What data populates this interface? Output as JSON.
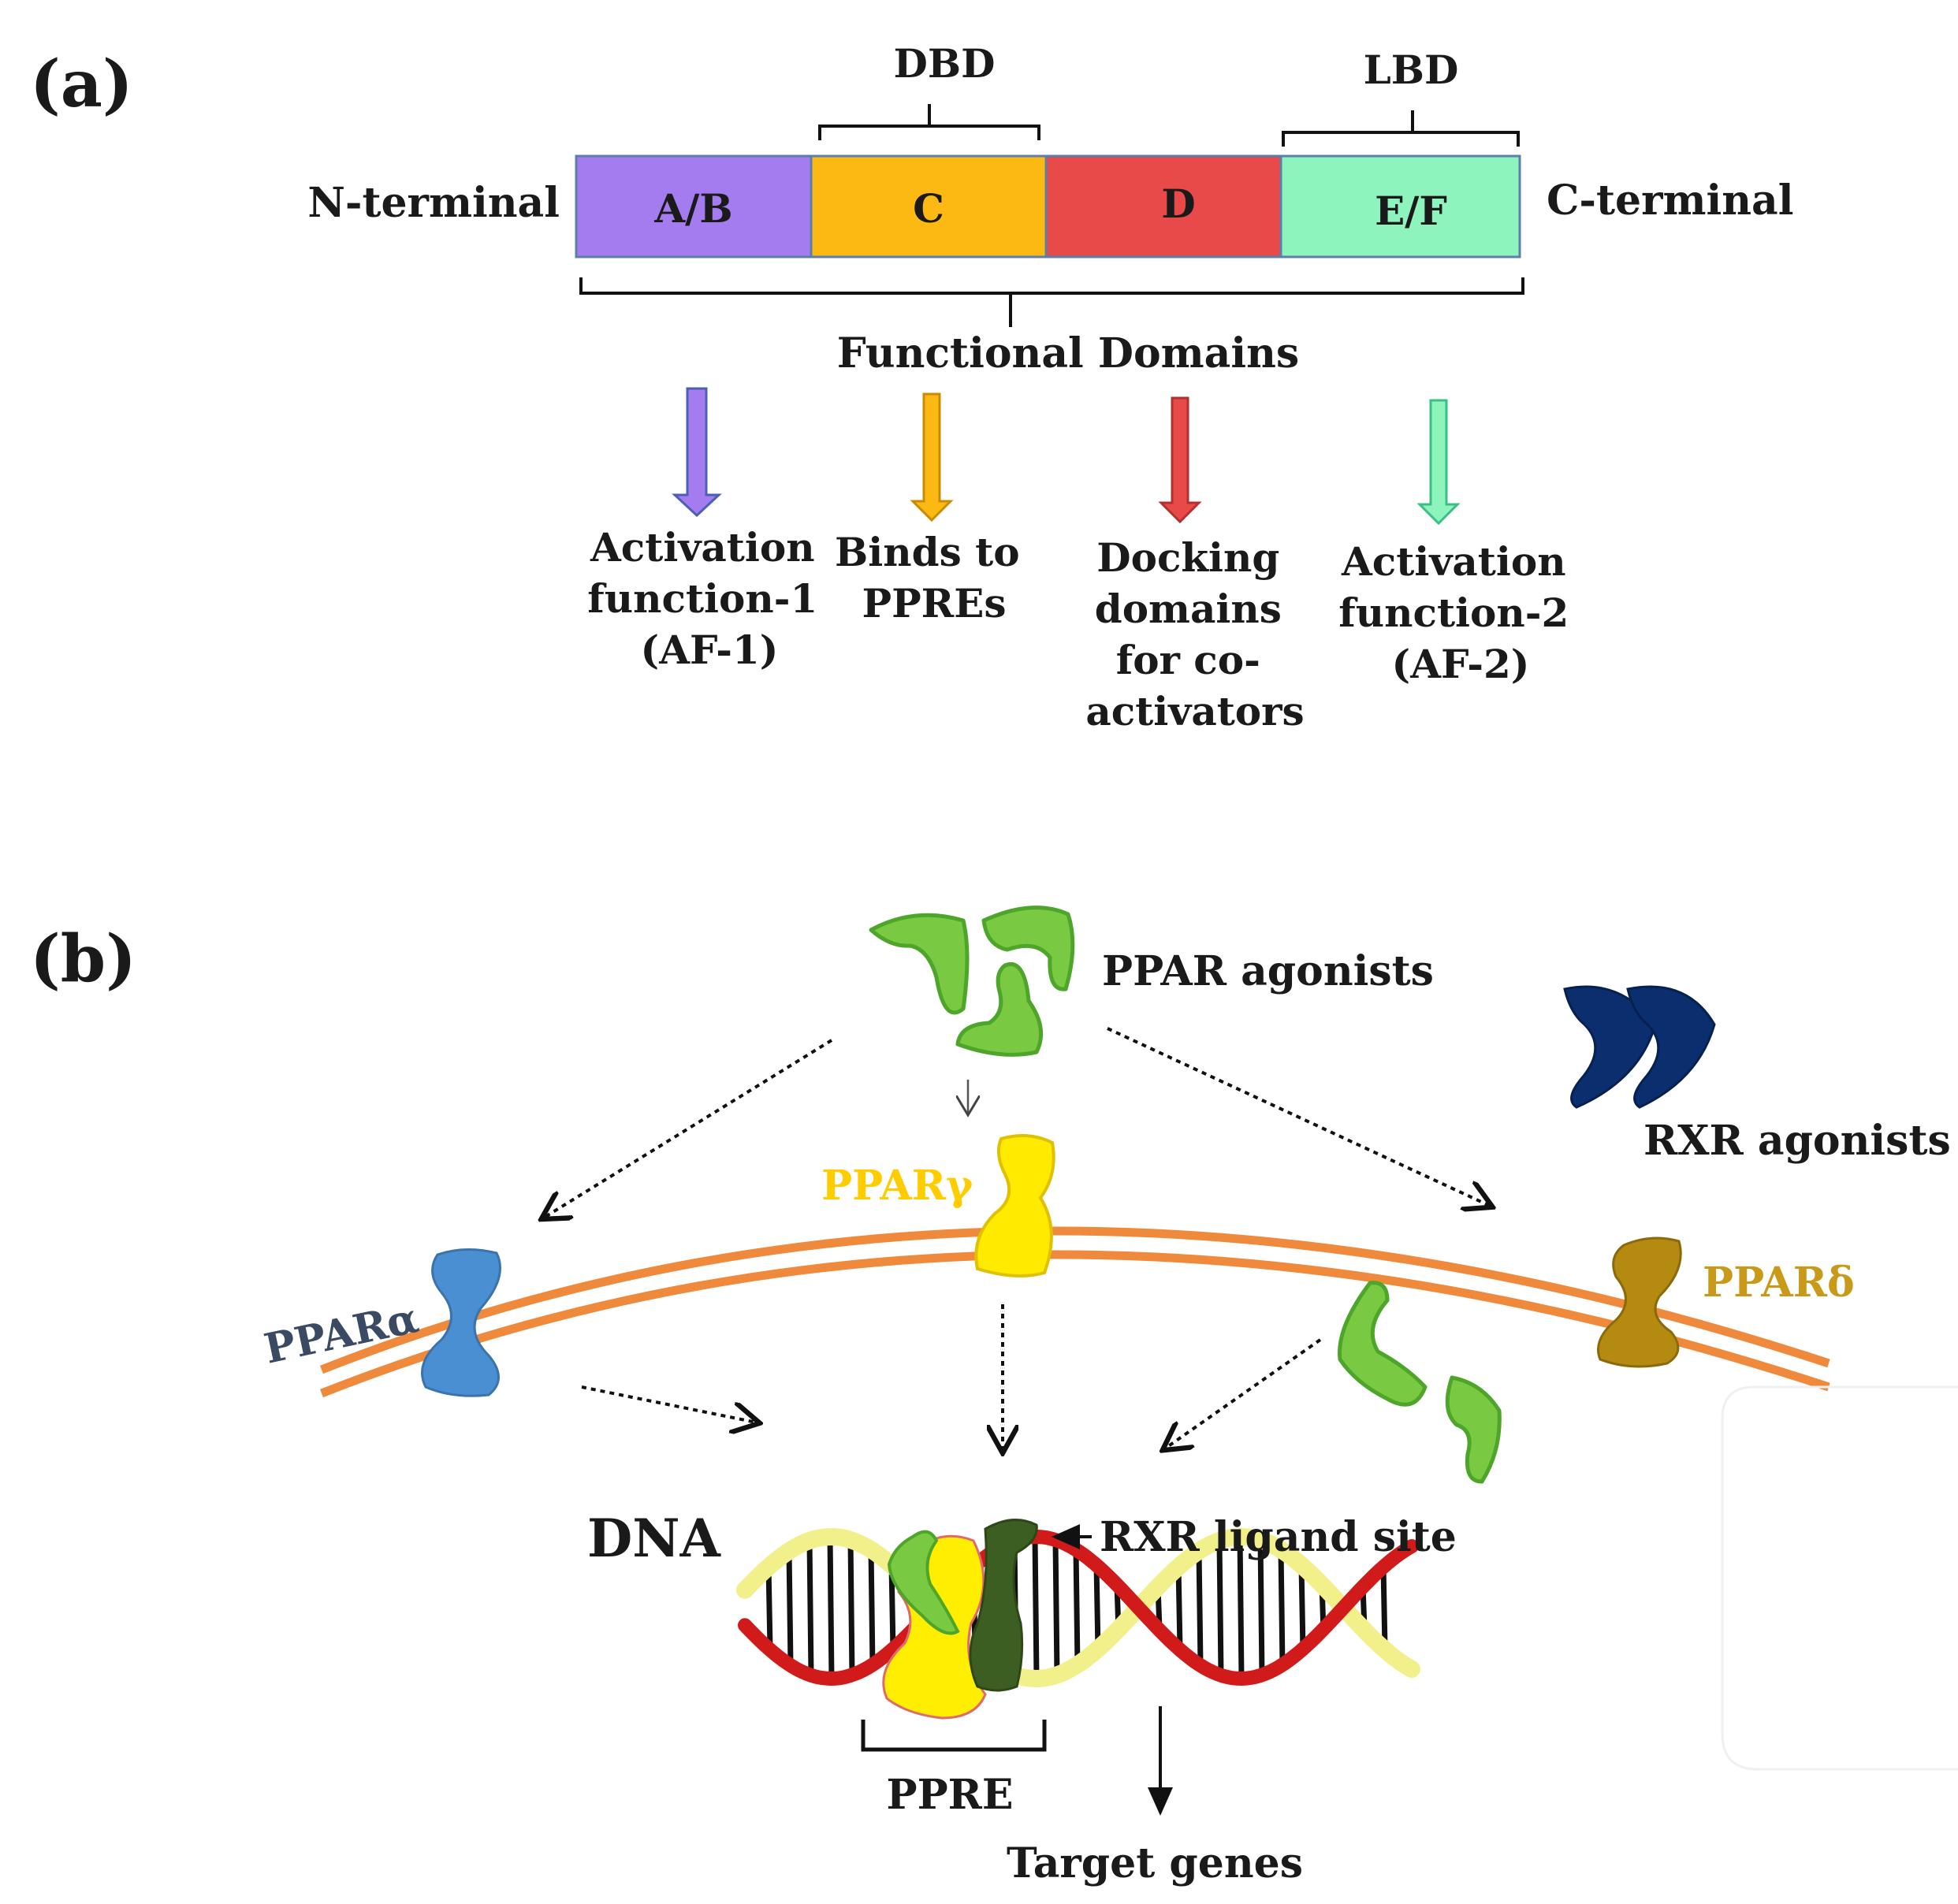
{
  "panel_a": {
    "label": "(a)",
    "dbd_label": "DBD",
    "lbd_label": "LBD",
    "n_terminal": "N-terminal",
    "c_terminal": "C-terminal",
    "functional_domains": "Functional Domains",
    "domains": [
      {
        "name": "A/B",
        "color": "#a57cf0",
        "function_lines": [
          "Activation",
          "function-1",
          "(AF-1)"
        ]
      },
      {
        "name": "C",
        "color": "#fdb913",
        "function_lines": [
          "Binds to",
          "PPREs"
        ]
      },
      {
        "name": "D",
        "color": "#e84a4a",
        "function_lines": [
          "Docking",
          "domains",
          "for co-",
          "activators"
        ]
      },
      {
        "name": "E/F",
        "color": "#8cf4bc",
        "function_lines": [
          "Activation",
          "function-2",
          "(AF-2)"
        ]
      }
    ]
  },
  "panel_b": {
    "label": "(b)",
    "ppar_agonists": "PPAR agonists",
    "rxr_agonists": "RXR agonists",
    "ppar_alpha": "PPARα",
    "ppar_gamma": "PPARγ",
    "ppar_delta": "PPARδ",
    "dna": "DNA",
    "rxr_ligand_site": "RXR ligand site",
    "ppre": "PPRE",
    "target_genes": "Target genes",
    "colors": {
      "membrane": "#ef8a3c",
      "agonist_green": "#7ac943",
      "rxr_navy": "#0b2e6e",
      "ppar_alpha": "#4a8fd1",
      "ppar_gamma": "#ffea00",
      "ppar_delta": "#b58a10",
      "rxr_dark": "#3d5e22",
      "dna_red": "#d11a1a",
      "dna_yellow": "#f2f08a"
    }
  }
}
